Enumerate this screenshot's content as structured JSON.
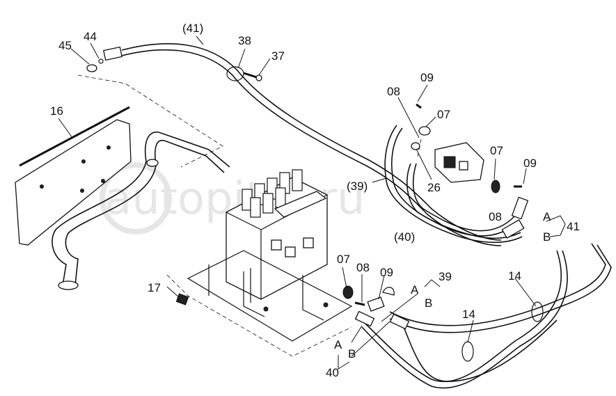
{
  "watermark": "autopiter.ru",
  "labels": {
    "l45": "45",
    "l44": "44",
    "l41top": "(41)",
    "l38": "38",
    "l37": "37",
    "l16": "16",
    "l09a": "09",
    "l08a": "08",
    "l07a": "07",
    "l07b": "07",
    "l09b": "09",
    "l26": "26",
    "l39p": "(39)",
    "l08b": "08",
    "l40p": "(40)",
    "lA1": "A",
    "lB1": "B",
    "l41r": "41",
    "l07c": "07",
    "l08c": "08",
    "l09c": "09",
    "lA2": "A",
    "lB2": "B",
    "l39": "39",
    "l14a": "14",
    "l14b": "14",
    "l17": "17",
    "lA3": "A",
    "lB3": "B",
    "l40": "40"
  }
}
